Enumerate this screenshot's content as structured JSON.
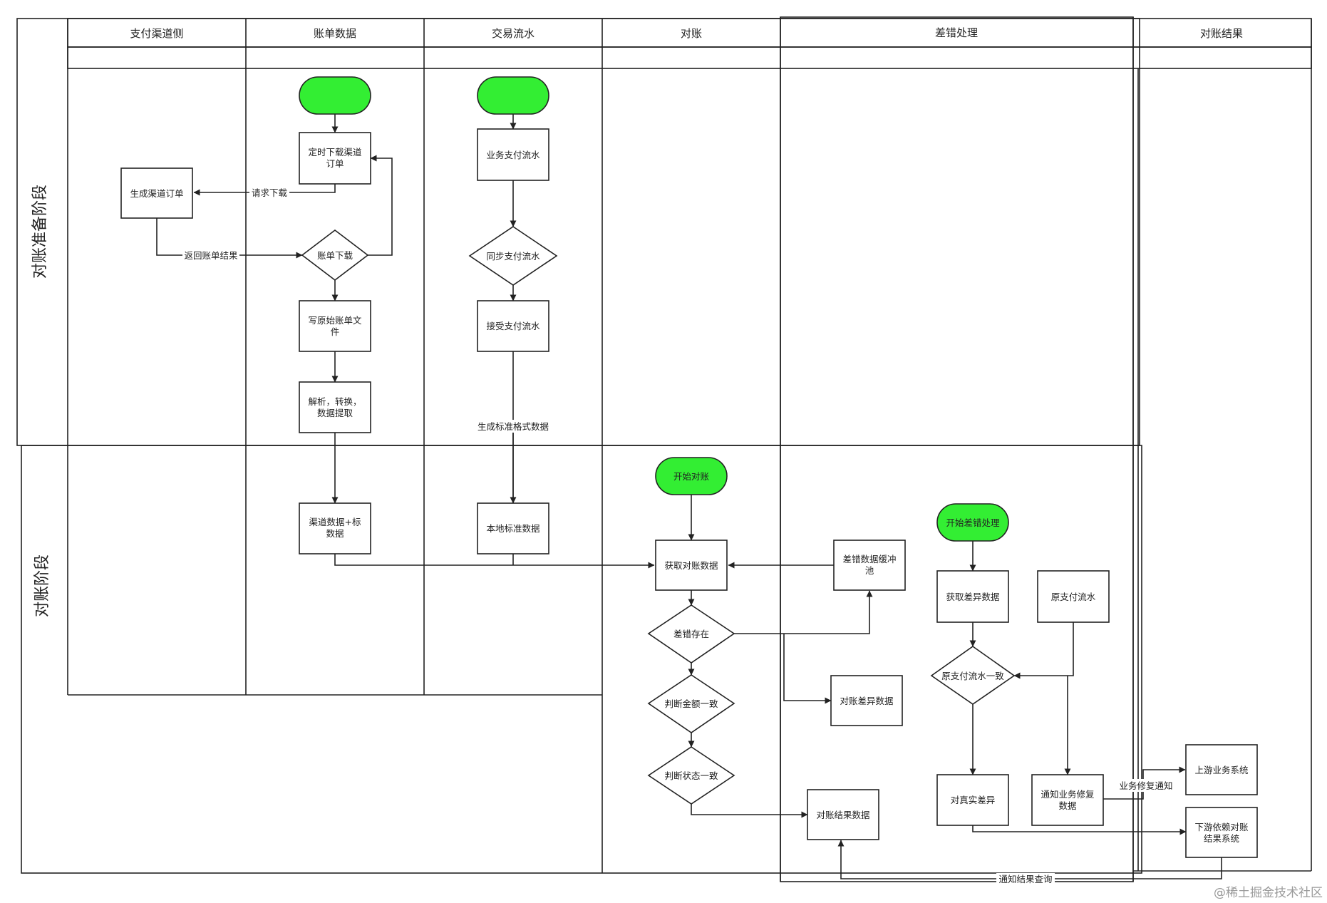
{
  "columns": [
    "支付渠道侧",
    "账单数据",
    "交易流水",
    "对账",
    "差错处理",
    "对账结果"
  ],
  "phases": {
    "prep": "对账准备阶段",
    "recon": "对账阶段"
  },
  "colors": {
    "terminal_fill": "#33ee33",
    "line": "#222222",
    "background": "#ffffff"
  },
  "nodes": {
    "gen_channel_order": [
      "生成渠道订单"
    ],
    "bill_start": [
      ""
    ],
    "timed_download": [
      "定时下载渠道",
      "订单"
    ],
    "bill_download": [
      "账单下载"
    ],
    "write_raw_file": [
      "写原始账单文",
      "件"
    ],
    "parse_convert": [
      "解析，转换，",
      "数据提取"
    ],
    "channel_std_data": [
      "渠道数据+标",
      "数据"
    ],
    "trade_start": [
      ""
    ],
    "biz_pay_flow": [
      "业务支付流水"
    ],
    "sync_pay_flow": [
      "同步支付流水"
    ],
    "recv_pay_flow": [
      "接受支付流水"
    ],
    "local_std_data": [
      "本地标准数据"
    ],
    "start_recon": [
      "开始对账"
    ],
    "get_recon_data": [
      "获取对账数据"
    ],
    "diff_exists": [
      "差错存在"
    ],
    "check_amount": [
      "判断金额一致"
    ],
    "check_status": [
      "判断状态一致"
    ],
    "diff_buffer_pool": [
      "差错数据缓冲",
      "池"
    ],
    "recon_diff_data": [
      "对账差异数据"
    ],
    "recon_result_data": [
      "对账结果数据"
    ],
    "start_diff_handle": [
      "开始差错处理"
    ],
    "get_diff_data": [
      "获取差异数据"
    ],
    "orig_pay_flow": [
      "原支付流水"
    ],
    "orig_flow_consistent": [
      "原支付流水一致"
    ],
    "real_diff": [
      "对真实差异"
    ],
    "notify_biz_fix": [
      "通知业务修复",
      "数据"
    ],
    "upstream_system": [
      "上游业务系统"
    ],
    "downstream_system": [
      "下游依赖对账",
      "结果系统"
    ]
  },
  "edge_labels": {
    "request_download": "请求下载",
    "return_bill_result": "返回账单结果",
    "gen_std_format": "生成标准格式数据",
    "biz_fix_notify": "业务修复通知",
    "notify_result_query": "通知结果查询"
  },
  "watermark": "@稀土掘金技术社区"
}
